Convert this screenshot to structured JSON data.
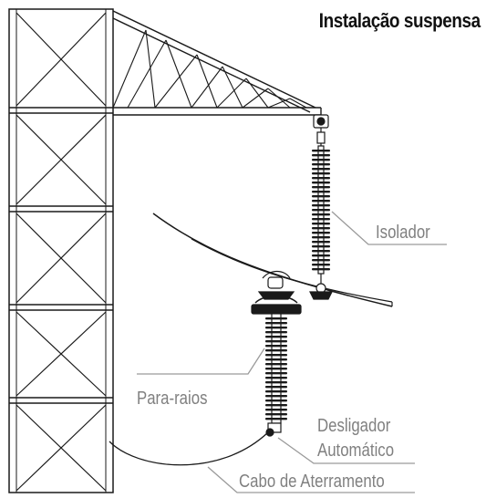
{
  "title": "Instalação suspensa",
  "labels": {
    "insulator": "Isolador",
    "arrester": "Para-raios",
    "disconnector_line1": "Desligador",
    "disconnector_line2": "Automático",
    "ground_cable": "Cabo de Aterramento"
  },
  "colors": {
    "structure": "#1a1a1a",
    "label_text": "#808080",
    "leader_line": "#9a9a9a"
  }
}
